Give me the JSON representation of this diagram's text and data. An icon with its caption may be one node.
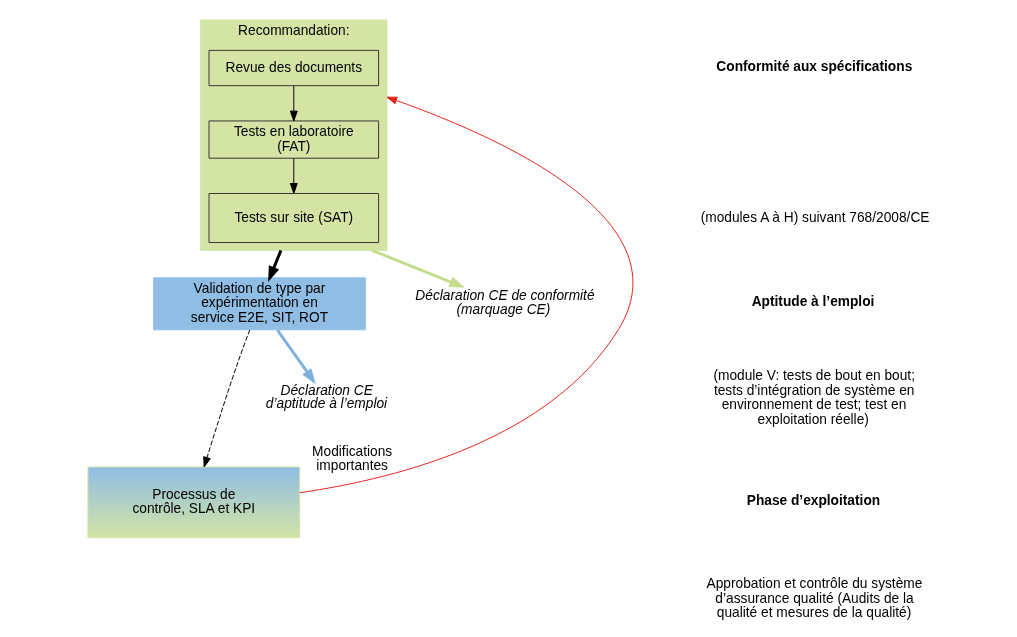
{
  "diagram": {
    "nodes": [
      {
        "text": [
          "Recommandation:"
        ]
      },
      {
        "text": [
          "Revue des documents"
        ],
        "in": 0
      },
      {
        "text": [
          "Tests en laboratoire (FAT)"
        ],
        "in": 0
      },
      {
        "text": [
          "Tests sur site (SAT)"
        ],
        "in": 0
      },
      {
        "text": [
          "Validation de type par expérimentation en service E2E, SIT, ROT"
        ]
      },
      {
        "text": [
          "Processus de contrôle, SLA et KPI"
        ]
      },
      {
        "text": [
          "Déclaration CE de conformité (marquage CE)"
        ]
      },
      {
        "text": [
          "Déclaration CE d’aptitude à l’emploi"
        ]
      }
    ],
    "edges": [
      {
        "from": 1,
        "to": 2,
        "arrow": "to"
      },
      {
        "from": 2,
        "to": 3,
        "arrow": "to"
      },
      {
        "from": 0,
        "to": 4,
        "arrow": "to",
        "style": "thick"
      },
      {
        "from": 4,
        "to": 5,
        "arrow": "to",
        "style": "dashed"
      },
      {
        "from": 0,
        "to": 6,
        "arrow": "to",
        "style": "thick",
        "color": "#c5dc8f"
      },
      {
        "from": 4,
        "to": 7,
        "arrow": "to",
        "style": "thick",
        "color": "#7fb0dc"
      },
      {
        "from": 5,
        "to": 0,
        "arrow": "to",
        "label": "Modifications importantes",
        "color": "#e2231a"
      }
    ],
    "labels": [
      "Conformité aux spécifications",
      "(modules A à H) suivant 768/2008/CE",
      "Aptitude à l’emploi",
      "(module V: tests de bout en bout; tests d’intégration de système en environnement de test; test en exploitation réelle)",
      "Phase d’exploitation",
      "Approbation et contrôle du système d’assurance qualité (Audits de la qualité et mesures de la qualité)"
    ]
  }
}
